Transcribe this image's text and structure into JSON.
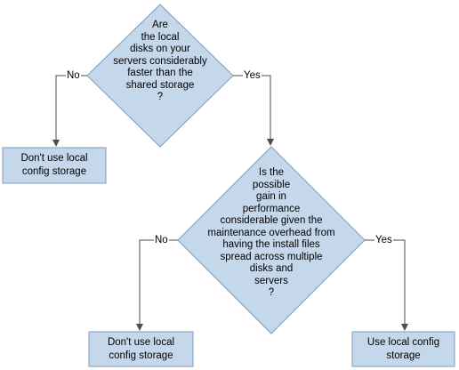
{
  "colors": {
    "shape_fill": "#c5d7ea",
    "shape_stroke": "#7f9bbd",
    "connector": "#4d4d4d",
    "text": "#000000"
  },
  "decision1": {
    "text": "Are\nthe local\ndisks on your\nservers considerably\nfaster than the\nshared storage\n?",
    "no_label": "No",
    "yes_label": "Yes"
  },
  "outcome1": {
    "text": "Don't use local\nconfig storage"
  },
  "decision2": {
    "text": "Is the\npossible\ngain in\nperformance\nconsiderable given the\nmaintenance overhead from\nhaving the install files\nspread across multiple\ndisks and\nservers\n?",
    "no_label": "No",
    "yes_label": "Yes"
  },
  "outcome2": {
    "text": "Don't use local\nconfig storage"
  },
  "outcome3": {
    "text": "Use local config\nstorage"
  }
}
